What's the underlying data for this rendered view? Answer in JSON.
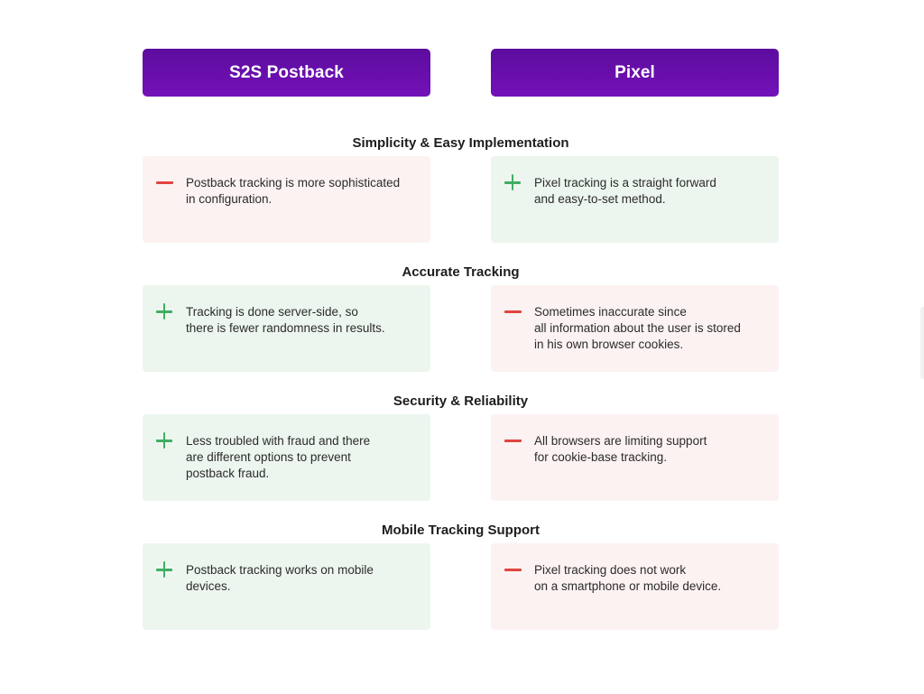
{
  "columns": {
    "left": "S2S Postback",
    "right": "Pixel"
  },
  "sections": [
    {
      "title": "Simplicity & Easy Implementation",
      "left": {
        "sign": "minus",
        "text": "Postback tracking is more sophisticated\nin configuration."
      },
      "right": {
        "sign": "plus",
        "text": "Pixel tracking is a straight forward\nand easy-to-set method."
      }
    },
    {
      "title": "Accurate Tracking",
      "left": {
        "sign": "plus",
        "text": "Tracking is done server-side, so\nthere is fewer randomness in results."
      },
      "right": {
        "sign": "minus",
        "text": "Sometimes inaccurate since\nall information about the user is stored\nin his own browser cookies."
      }
    },
    {
      "title": "Security & Reliability",
      "left": {
        "sign": "plus",
        "text": "Less troubled with fraud and there\nare different options to prevent\npostback fraud."
      },
      "right": {
        "sign": "minus",
        "text": "All browsers are limiting support\nfor cookie-base tracking."
      }
    },
    {
      "title": "Mobile Tracking Support",
      "left": {
        "sign": "plus",
        "text": "Postback tracking works on mobile\ndevices."
      },
      "right": {
        "sign": "minus",
        "text": "Pixel tracking does not work\non a smartphone or mobile device."
      }
    }
  ],
  "colors": {
    "header_gradient_top": "#5c0c9e",
    "header_gradient_bottom": "#7311b8",
    "positive_bg": "#edf6ee",
    "negative_bg": "#fcf2f2",
    "plus_icon": "#3fae63",
    "minus_icon": "#e0453e"
  }
}
